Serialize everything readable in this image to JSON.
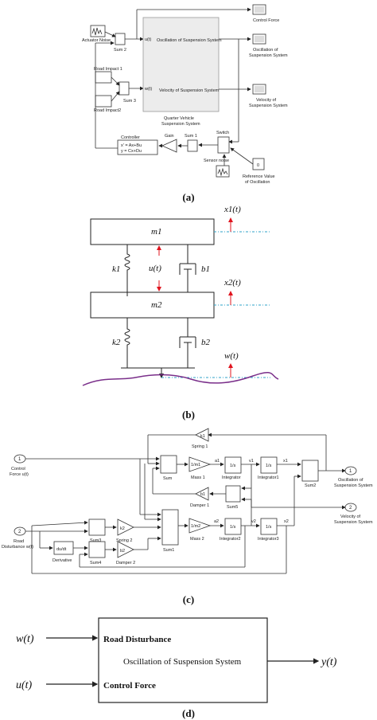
{
  "panel_a": {
    "caption": "(a)",
    "act_noise": "Actuator Noise",
    "sum2": "Sum 2",
    "sum3": "Sum 3",
    "road1": "Road Impact 1",
    "road2": "Road Impact2",
    "subsys_port_in1": "u(t)",
    "subsys_port_in2": "w(t)",
    "subsys_out1": "Oscillation of Suspension System",
    "subsys_out2": "Velocity of Suspension System",
    "subsys_caption1": "Quarter Vehicle",
    "subsys_caption2": "Suspension System",
    "scope1": "Control Force",
    "scope2a": "Oscillation of",
    "scope2b": "Suspension System",
    "scope3a": "Velocity of",
    "scope3b": "Suspension System",
    "controller": "Controller",
    "ctrl_l1": "x' = Ax+Bu",
    "ctrl_l2": "y = Cx+Du",
    "gain": "Gain",
    "sum1": "Sum 1",
    "sensor_noise": "Sensor noise",
    "switch": "Switch",
    "ref_value": "0",
    "ref_a": "Reference Value",
    "ref_b": "of Oscillation"
  },
  "panel_b": {
    "caption": "(b)",
    "m1": "m1",
    "m2": "m2",
    "k1": "k1",
    "k2": "k2",
    "b1": "b1",
    "b2": "b2",
    "u": "u(t)",
    "x1": "x1(t)",
    "x2": "x2(t)",
    "w": "w(t)"
  },
  "panel_c": {
    "caption": "(c)",
    "in1_num": "1",
    "in1_a": "Control",
    "in1_b": "Force u(t)",
    "in2_num": "2",
    "in2_a": "Road",
    "in2_b": "Disturbance w(t)",
    "k1": "k1",
    "spring1": "Spring 1",
    "sum": "Sum",
    "mass1_tri": "1/m1",
    "mass1": "Mass 1",
    "a1": "a1",
    "integ_sym": "1/s",
    "integrator": "Integrator",
    "v1": "v1",
    "integrator1": "Integrator1",
    "x1": "x1",
    "sum2": "Sum2",
    "out1_num": "1",
    "out1_a": "Oscillation of",
    "out1_b": "Suspension System",
    "b1": "b1",
    "damper1": "Damper 1",
    "sum5": "Sum5",
    "out2_num": "2",
    "out2_a": "Velocity of",
    "out2_b": "Suspension System",
    "k2": "k2",
    "spring2": "Spring 2",
    "sum3": "Sum3",
    "sum1": "Sum1",
    "mass2_tri": "1/m2",
    "mass2": "Mass 2",
    "a2": "a2",
    "integrator2": "Integrator2",
    "v2": "v2",
    "integrator3": "Integrator3",
    "x2": "x2",
    "deriv_sym": "du/dt",
    "derivative": "Derivative",
    "b2": "b2",
    "damper2": "Damper 2",
    "sum4": "Sum4"
  },
  "panel_d": {
    "caption": "(d)",
    "w": "w(t)",
    "u": "u(t)",
    "y": "y(t)",
    "road": "Road Disturbance",
    "osc": "Oscillation of Suspension System",
    "ctrl": "Control Force"
  },
  "colors": {
    "axis_arrow": "#e0141e",
    "ref_line": "#2fa3c8",
    "road": "#7a2f8a"
  }
}
